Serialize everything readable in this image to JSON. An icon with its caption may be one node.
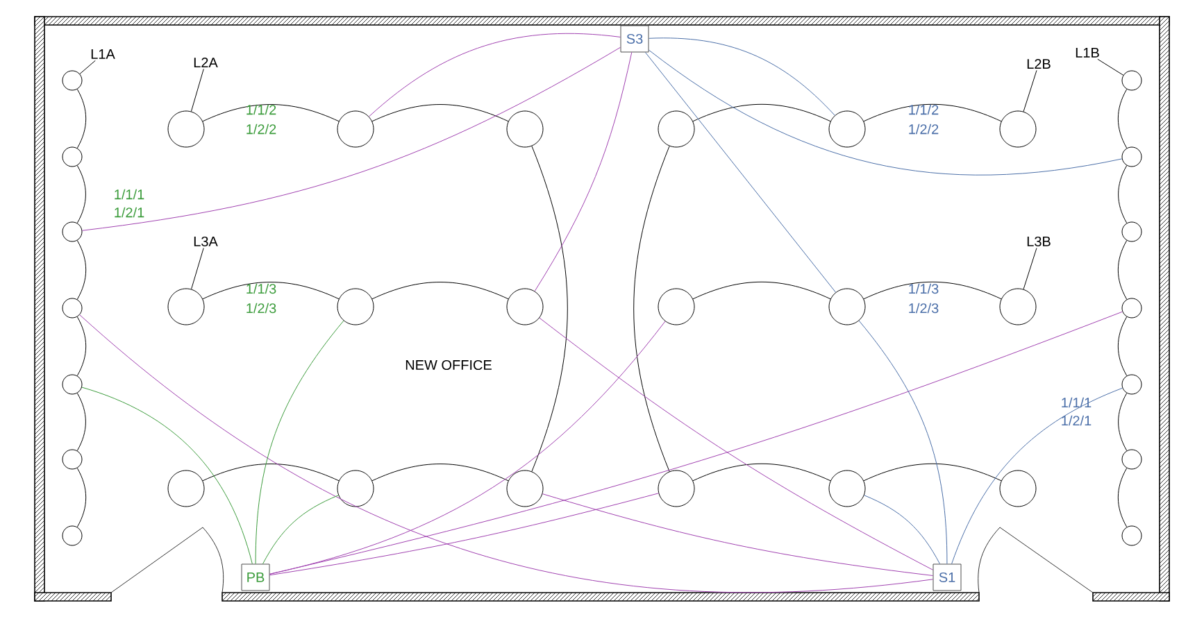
{
  "diagram": {
    "nodes": [
      {
        "text": [
          "L1A"
        ]
      },
      {
        "text": [
          "L2A"
        ]
      },
      {
        "text": [
          "S3"
        ]
      },
      {
        "text": [
          "L2B"
        ]
      },
      {
        "text": [
          "L1B"
        ]
      },
      {
        "text": [
          "L3A"
        ]
      },
      {
        "text": [
          "L3B"
        ]
      },
      {
        "text": [
          "PB"
        ]
      },
      {
        "text": [
          "S1"
        ]
      },
      {
        "text": [],
        "shape": "circle"
      },
      {
        "text": [],
        "shape": "circle"
      },
      {
        "text": [],
        "shape": "circle"
      },
      {
        "text": [],
        "shape": "circle"
      },
      {
        "text": [],
        "shape": "circle"
      },
      {
        "text": [],
        "shape": "circle"
      },
      {
        "text": [],
        "shape": "circle"
      },
      {
        "text": [],
        "shape": "circle"
      },
      {
        "text": [],
        "shape": "circle"
      },
      {
        "text": [],
        "shape": "circle"
      },
      {
        "text": [],
        "shape": "circle"
      },
      {
        "text": [],
        "shape": "circle"
      },
      {
        "text": [],
        "shape": "circle"
      },
      {
        "text": [],
        "shape": "circle"
      },
      {
        "text": [],
        "shape": "circle"
      },
      {
        "text": [],
        "shape": "circle"
      },
      {
        "text": [],
        "shape": "circle"
      },
      {
        "text": [],
        "shape": "circle"
      },
      {
        "text": [],
        "shape": "circle"
      },
      {
        "text": [],
        "shape": "circle"
      },
      {
        "text": [],
        "shape": "circle"
      },
      {
        "text": [],
        "shape": "circle"
      },
      {
        "text": [],
        "shape": "circle"
      },
      {
        "text": [],
        "shape": "circle"
      },
      {
        "text": [],
        "shape": "circle"
      },
      {
        "text": [],
        "shape": "circle"
      },
      {
        "text": [],
        "shape": "circle"
      },
      {
        "text": [],
        "shape": "circle"
      },
      {
        "text": [],
        "shape": "circle"
      },
      {
        "text": [],
        "shape": "circle"
      },
      {
        "text": [],
        "shape": "circle"
      },
      {
        "text": [],
        "shape": "circle"
      }
    ],
    "edges": [
      {
        "from": 0,
        "to": 9,
        "arrow": "none"
      },
      {
        "from": 1,
        "to": 23,
        "arrow": "none"
      },
      {
        "from": 3,
        "to": 34,
        "arrow": "none"
      },
      {
        "from": 4,
        "to": 16,
        "arrow": "none"
      },
      {
        "from": 5,
        "to": 26,
        "arrow": "none"
      },
      {
        "from": 6,
        "to": 37,
        "arrow": "none"
      },
      {
        "from": 9,
        "to": 10,
        "arrow": "none"
      },
      {
        "from": 10,
        "to": 11,
        "arrow": "none"
      },
      {
        "from": 11,
        "to": 12,
        "arrow": "none"
      },
      {
        "from": 12,
        "to": 13,
        "arrow": "none"
      },
      {
        "from": 13,
        "to": 14,
        "arrow": "none"
      },
      {
        "from": 14,
        "to": 15,
        "arrow": "none"
      },
      {
        "from": 16,
        "to": 17,
        "arrow": "none"
      },
      {
        "from": 17,
        "to": 18,
        "arrow": "none"
      },
      {
        "from": 18,
        "to": 19,
        "arrow": "none"
      },
      {
        "from": 19,
        "to": 20,
        "arrow": "none"
      },
      {
        "from": 20,
        "to": 21,
        "arrow": "none"
      },
      {
        "from": 21,
        "to": 22,
        "arrow": "none"
      },
      {
        "from": 23,
        "to": 24,
        "arrow": "none"
      },
      {
        "from": 24,
        "to": 25,
        "arrow": "none"
      },
      {
        "from": 25,
        "to": 31,
        "arrow": "none"
      },
      {
        "from": 26,
        "to": 27,
        "arrow": "none"
      },
      {
        "from": 27,
        "to": 28,
        "arrow": "none"
      },
      {
        "from": 29,
        "to": 30,
        "arrow": "none"
      },
      {
        "from": 30,
        "to": 31,
        "arrow": "none"
      },
      {
        "from": 32,
        "to": 33,
        "arrow": "none"
      },
      {
        "from": 33,
        "to": 34,
        "arrow": "none"
      },
      {
        "from": 32,
        "to": 38,
        "arrow": "none"
      },
      {
        "from": 35,
        "to": 36,
        "arrow": "none"
      },
      {
        "from": 36,
        "to": 37,
        "arrow": "none"
      },
      {
        "from": 38,
        "to": 39,
        "arrow": "none"
      },
      {
        "from": 39,
        "to": 40,
        "arrow": "none"
      },
      {
        "from": 2,
        "to": 11,
        "arrow": "none",
        "color": "#a040b0"
      },
      {
        "from": 2,
        "to": 24,
        "arrow": "none",
        "color": "#a040b0"
      },
      {
        "from": 2,
        "to": 28,
        "arrow": "none",
        "color": "#a040b0"
      },
      {
        "from": 12,
        "to": 8,
        "arrow": "none",
        "color": "#a040b0"
      },
      {
        "from": 28,
        "to": 8,
        "arrow": "none",
        "color": "#a040b0"
      },
      {
        "from": 31,
        "to": 8,
        "arrow": "none",
        "color": "#a040b0"
      },
      {
        "from": 7,
        "to": 35,
        "arrow": "none",
        "color": "#a040b0"
      },
      {
        "from": 7,
        "to": 19,
        "arrow": "none",
        "color": "#a040b0"
      },
      {
        "from": 7,
        "to": 38,
        "arrow": "none",
        "color": "#a040b0"
      },
      {
        "from": 7,
        "to": 13,
        "arrow": "none",
        "color": "#3c9c3c"
      },
      {
        "from": 7,
        "to": 27,
        "arrow": "none",
        "color": "#3c9c3c"
      },
      {
        "from": 7,
        "to": 30,
        "arrow": "none",
        "color": "#3c9c3c"
      },
      {
        "from": 2,
        "to": 33,
        "arrow": "none",
        "color": "#4a6ea8"
      },
      {
        "from": 2,
        "to": 17,
        "arrow": "none",
        "color": "#4a6ea8"
      },
      {
        "from": 2,
        "to": 36,
        "arrow": "none",
        "color": "#4a6ea8"
      },
      {
        "from": 36,
        "to": 8,
        "arrow": "none",
        "color": "#4a6ea8"
      },
      {
        "from": 39,
        "to": 8,
        "arrow": "none",
        "color": "#4a6ea8"
      },
      {
        "from": 20,
        "to": 8,
        "arrow": "none",
        "color": "#4a6ea8"
      }
    ],
    "labels": [
      "1/1/2",
      "1/2/2",
      "1/1/2",
      "1/2/2",
      "1/1/1",
      "1/2/1",
      "1/1/3",
      "1/2/3",
      "1/1/3",
      "1/2/3",
      "NEW OFFICE",
      "1/1/1",
      "1/2/1"
    ]
  }
}
